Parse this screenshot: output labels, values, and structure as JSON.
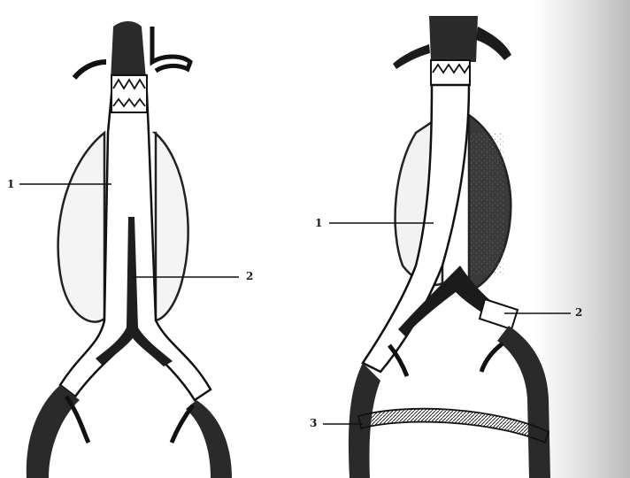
{
  "figures": [
    {
      "labels": [
        {
          "text": "1"
        },
        {
          "text": "2"
        }
      ]
    },
    {
      "labels": [
        {
          "text": "1"
        },
        {
          "text": "2"
        },
        {
          "text": "3"
        }
      ]
    }
  ]
}
